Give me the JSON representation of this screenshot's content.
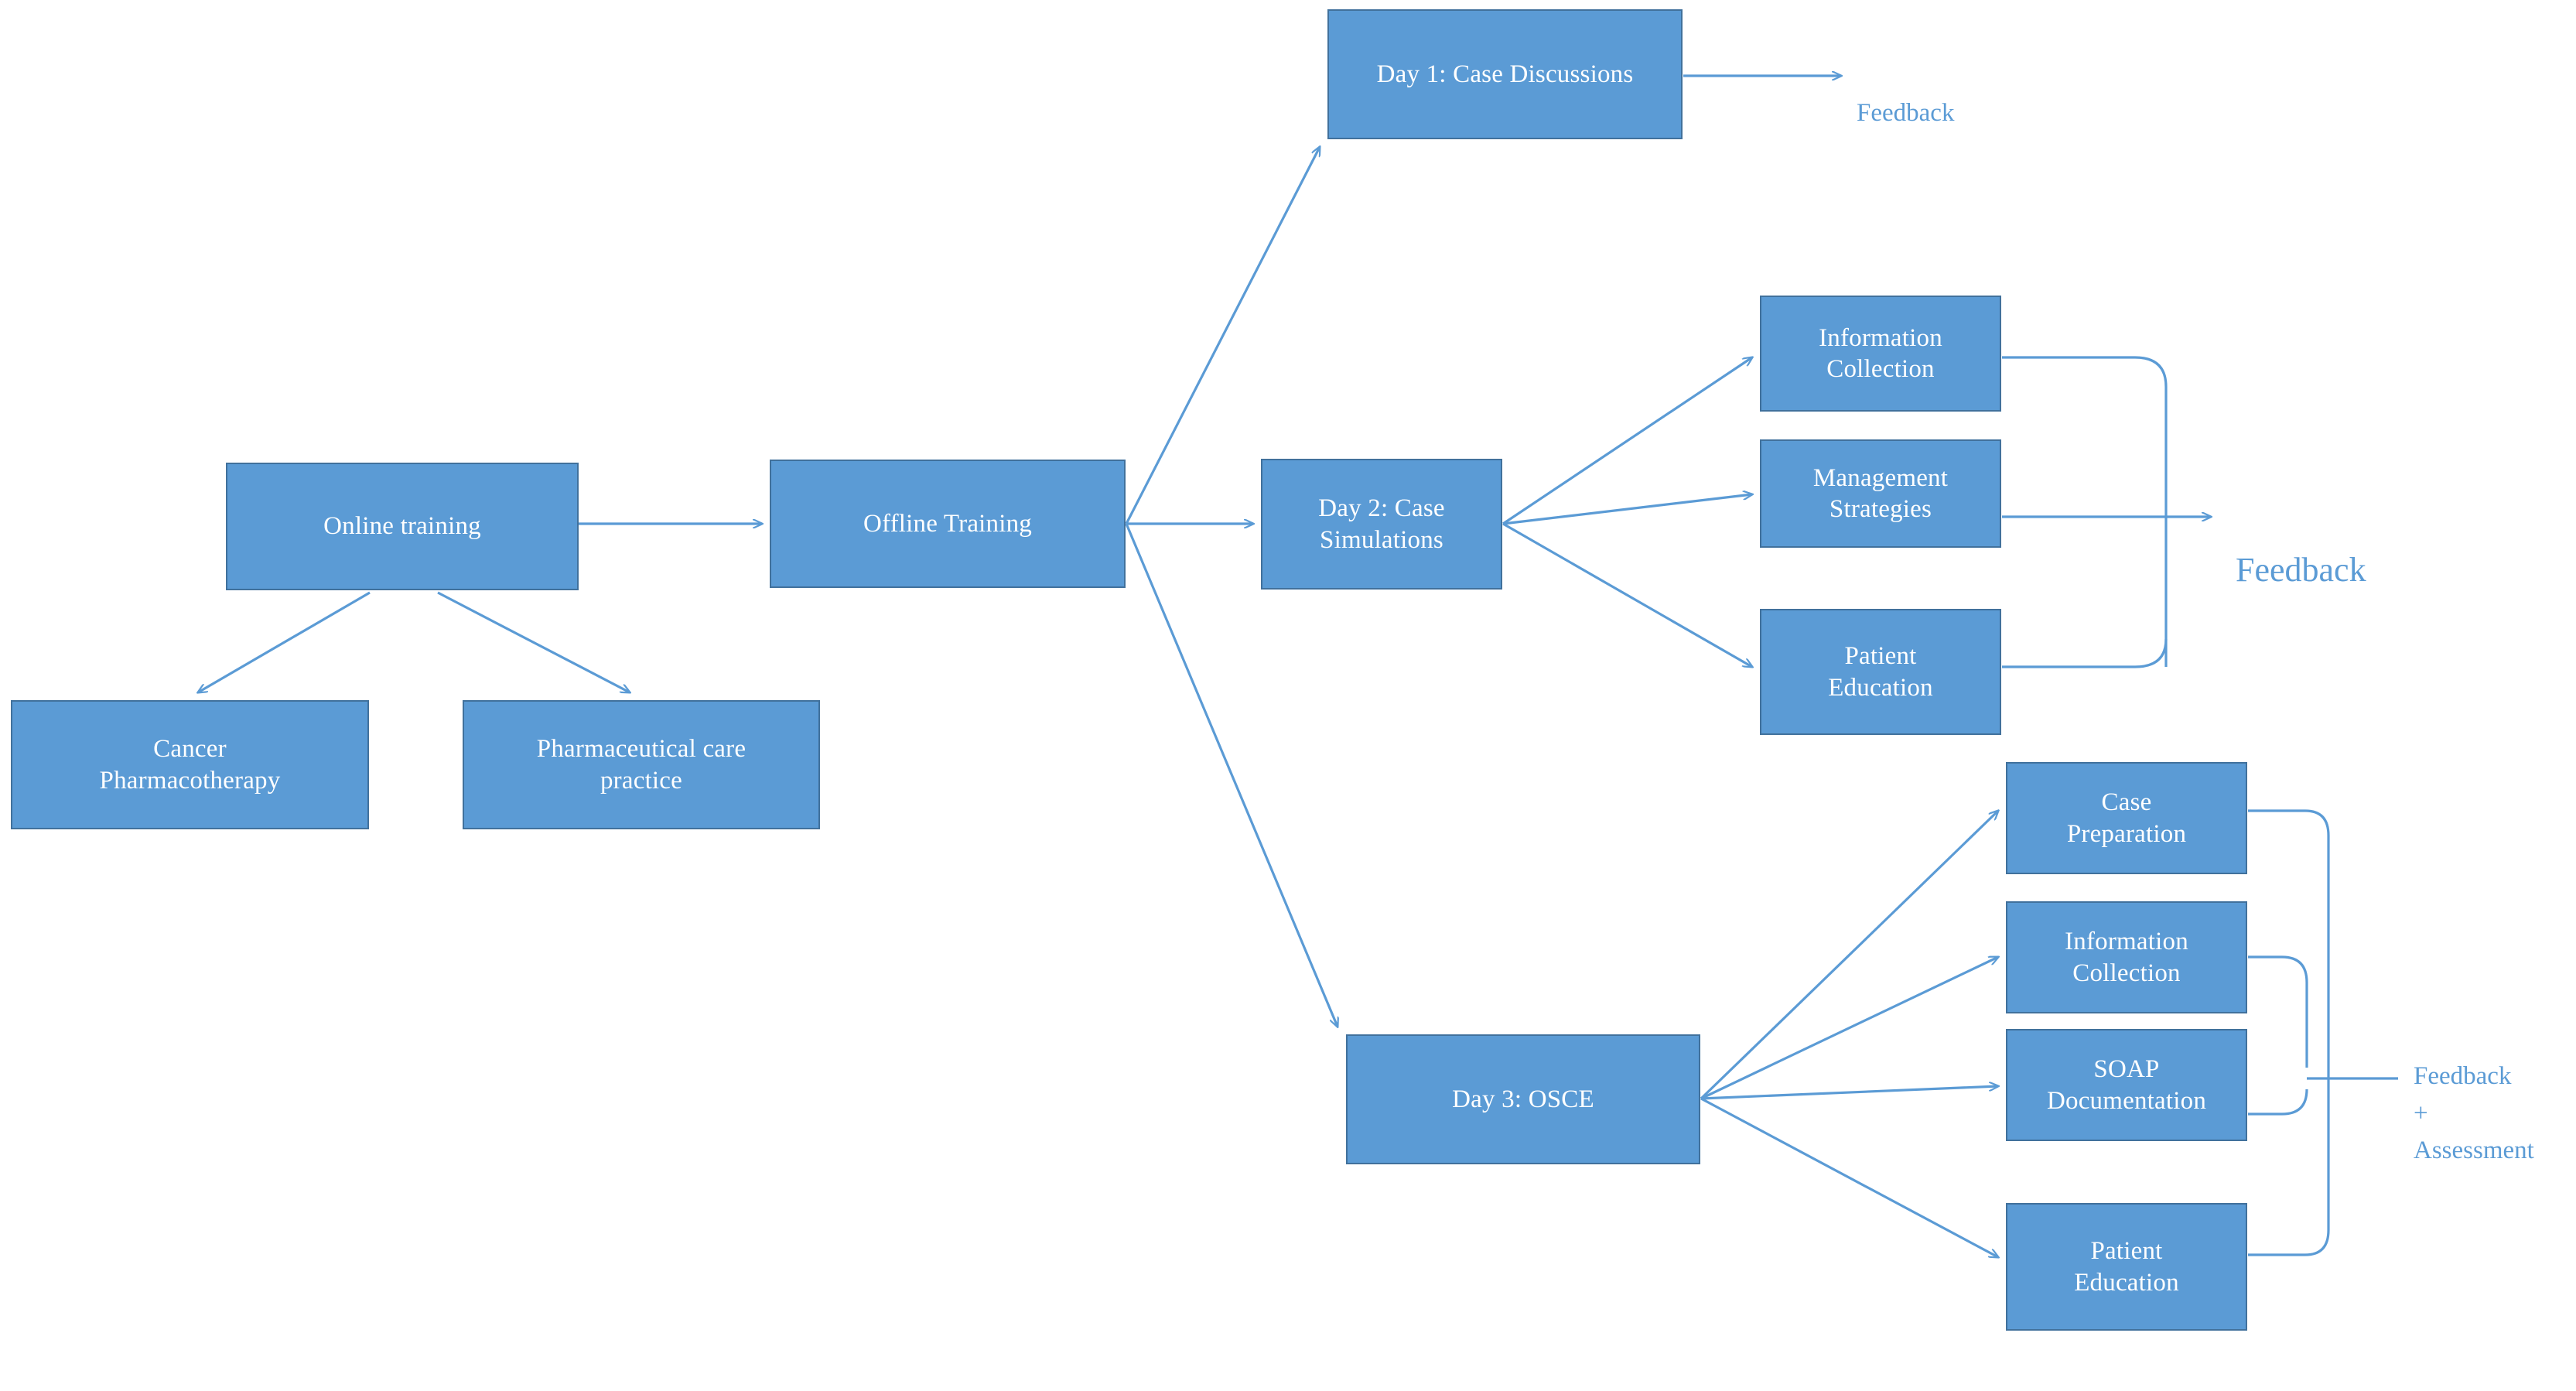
{
  "diagram": {
    "title": "Pharmacy training program flowchart",
    "colors": {
      "node_fill": "#5B9BD5",
      "node_border": "#41719C",
      "node_text": "#FFFFFF",
      "edge": "#5B9BD5",
      "label_text": "#5B9BD5",
      "background": "#FFFFFF"
    },
    "nodes": {
      "online_training": {
        "label": "Online training"
      },
      "cancer_pharmacotherapy": {
        "label": "Cancer\nPharmacotherapy"
      },
      "pharmaceutical_care_practice": {
        "label": "Pharmaceutical care\npractice"
      },
      "offline_training": {
        "label": "Offline Training"
      },
      "day1": {
        "label": "Day 1: Case Discussions"
      },
      "day2": {
        "label": "Day 2: Case\nSimulations"
      },
      "day3": {
        "label": "Day 3: OSCE"
      },
      "d2_information_collection": {
        "label": "Information\nCollection"
      },
      "d2_management_strategies": {
        "label": "Management\nStrategies"
      },
      "d2_patient_education": {
        "label": "Patient\nEducation"
      },
      "d3_case_preparation": {
        "label": "Case\nPreparation"
      },
      "d3_information_collection": {
        "label": "Information\nCollection"
      },
      "d3_soap_documentation": {
        "label": "SOAP\nDocumentation"
      },
      "d3_patient_education": {
        "label": "Patient\nEducation"
      }
    },
    "labels": {
      "feedback_day1": "Feedback",
      "feedback_day2": "Feedback",
      "feedback_assessment_day3": "Feedback\n+\nAssessment"
    }
  }
}
